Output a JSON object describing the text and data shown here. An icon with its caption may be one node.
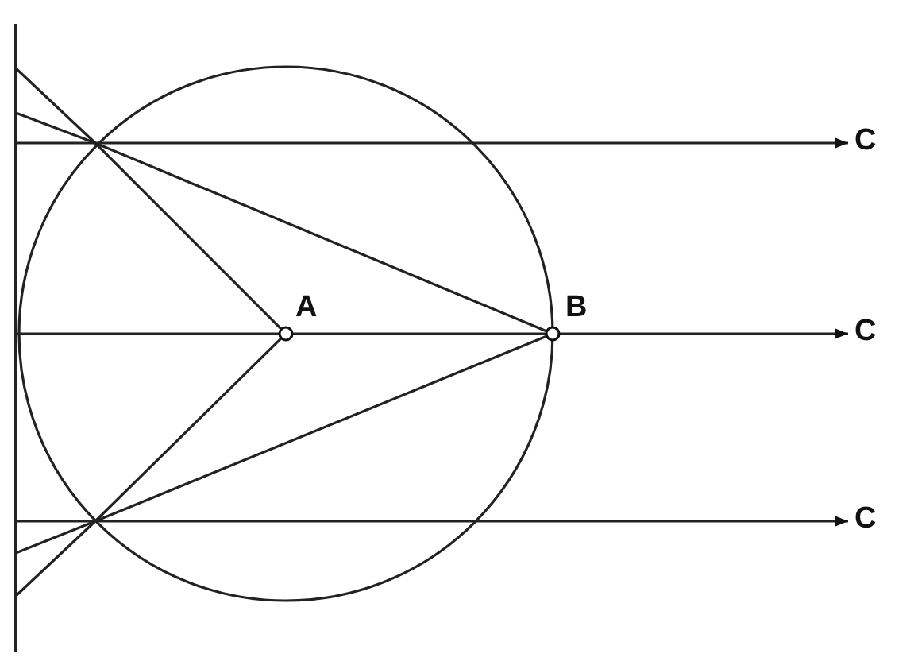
{
  "diagram": {
    "nodes": [
      {
        "text": [
          "A"
        ]
      },
      {
        "text": [
          "B"
        ]
      },
      {
        "text": [
          "C"
        ]
      },
      {
        "text": [
          "C"
        ]
      },
      {
        "text": [
          "C"
        ]
      }
    ],
    "edges": [
      {
        "from": null,
        "to": 2,
        "arrow": "to"
      },
      {
        "from": null,
        "to": 0,
        "arrow": "none"
      },
      {
        "from": 0,
        "to": 1,
        "arrow": "none"
      },
      {
        "from": 1,
        "to": 3,
        "arrow": "to"
      },
      {
        "from": null,
        "to": 4,
        "arrow": "to"
      },
      {
        "from": null,
        "to": 0,
        "arrow": "none"
      },
      {
        "from": null,
        "to": 0,
        "arrow": "none"
      },
      {
        "from": null,
        "to": 1,
        "arrow": "none"
      },
      {
        "from": null,
        "to": 1,
        "arrow": "none"
      }
    ]
  }
}
